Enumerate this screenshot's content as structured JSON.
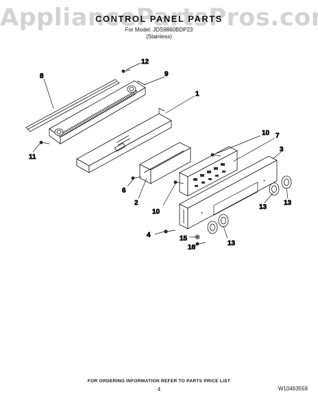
{
  "watermark": "AppliancePartsPros.com",
  "header": {
    "title": "CONTROL PANEL PARTS",
    "model_line": "For Model: JDS9860BDP23",
    "finish_line": "(Stainless)"
  },
  "callouts": [
    "12",
    "8",
    "9",
    "1",
    "11",
    "10",
    "7",
    "3",
    "6",
    "2",
    "10",
    "13",
    "13",
    "4",
    "15",
    "16",
    "13"
  ],
  "footer": {
    "ordering_note": "FOR ORDERING INFORMATION REFER TO PARTS PRICE LIST",
    "page_number": "4",
    "document_number": "W10463559"
  }
}
